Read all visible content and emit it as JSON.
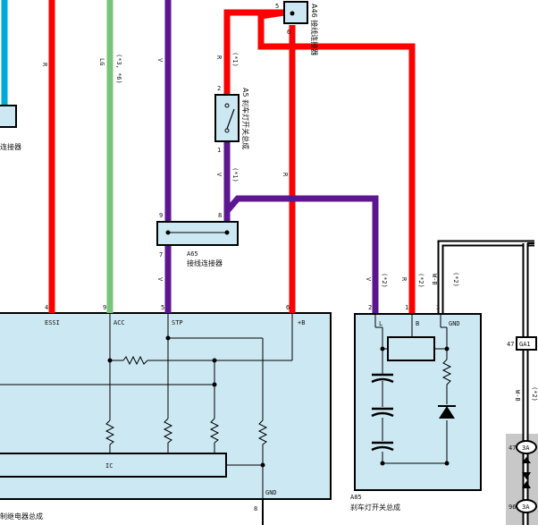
{
  "wires": {
    "left_cyan": "",
    "r1": "R",
    "lg": "LG",
    "lg_note": "(*3, *6)",
    "v1": "V",
    "r_top": "R",
    "r_top_note": "(*1)",
    "v_mid": "V",
    "v_mid_note": "(*1)",
    "r_right": "R",
    "v_bottom": "V",
    "v_right": "V",
    "v_right_note": "(*2)",
    "r_right2": "R",
    "r_right2_note": "(*2)",
    "wb": "W-B",
    "wb_note": "(*2)",
    "wb2": "W-B",
    "wb2_note": "(*2)"
  },
  "connectors": {
    "a46_pin_top": "5",
    "a46_pin_bottom": "6",
    "a46_label": "A46 接线连接器",
    "a5_pin_top": "2",
    "a5_pin_bottom": "1",
    "a5_label": "A5 刹车灯开关总成",
    "a65_pin_tl": "9",
    "a65_pin_tr": "8",
    "a65_pin_bl": "7",
    "a65_label_code": "A65",
    "a65_label": "接线连接器",
    "left_conn_label": "连接器",
    "ga1": "GA1",
    "ga1_pin": "47",
    "j3a_a": "3A",
    "j3a_a_pin": "47",
    "j3a_b": "3A",
    "j3a_b_pin": "96"
  },
  "ecu": {
    "pins": [
      "4",
      "9",
      "5",
      "6"
    ],
    "terms": [
      "ESSI",
      "ACC",
      "STP",
      "+B"
    ],
    "ic": "IC",
    "gnd": "GND",
    "gnd_pin": "8",
    "label": "制继电器总成"
  },
  "switch_box": {
    "pins": [
      "2",
      "1",
      "3"
    ],
    "terms": [
      "L",
      "B",
      "GND"
    ],
    "code": "A85",
    "label": "刹车灯开关总成"
  },
  "colors": {
    "red": "#ff0000",
    "green": "#77c47a",
    "purple": "#5b1690",
    "cyan": "#00a8d6",
    "box_fill": "#cce9f3",
    "grey": "#c8c8c8"
  }
}
